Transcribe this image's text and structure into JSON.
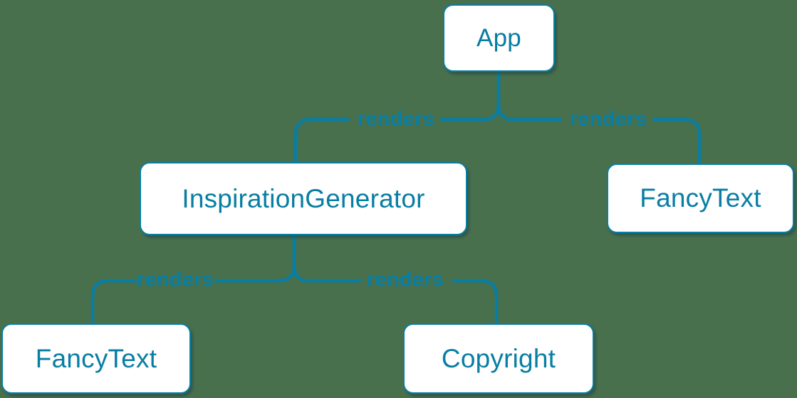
{
  "colors": {
    "background": "#48704d",
    "accent": "#087ea4",
    "node_fill": "#ffffff"
  },
  "diagram": {
    "type": "tree",
    "nodes": [
      {
        "id": "app",
        "label": "App"
      },
      {
        "id": "inspiration-generator",
        "label": "InspirationGenerator"
      },
      {
        "id": "fancy-text-top",
        "label": "FancyText"
      },
      {
        "id": "fancy-text-bottom",
        "label": "FancyText"
      },
      {
        "id": "copyright",
        "label": "Copyright"
      }
    ],
    "edges": [
      {
        "from": "App",
        "to": "InspirationGenerator",
        "label": "renders"
      },
      {
        "from": "App",
        "to": "FancyText",
        "label": "renders"
      },
      {
        "from": "InspirationGenerator",
        "to": "FancyText",
        "label": "renders"
      },
      {
        "from": "InspirationGenerator",
        "to": "Copyright",
        "label": "renders"
      }
    ]
  }
}
